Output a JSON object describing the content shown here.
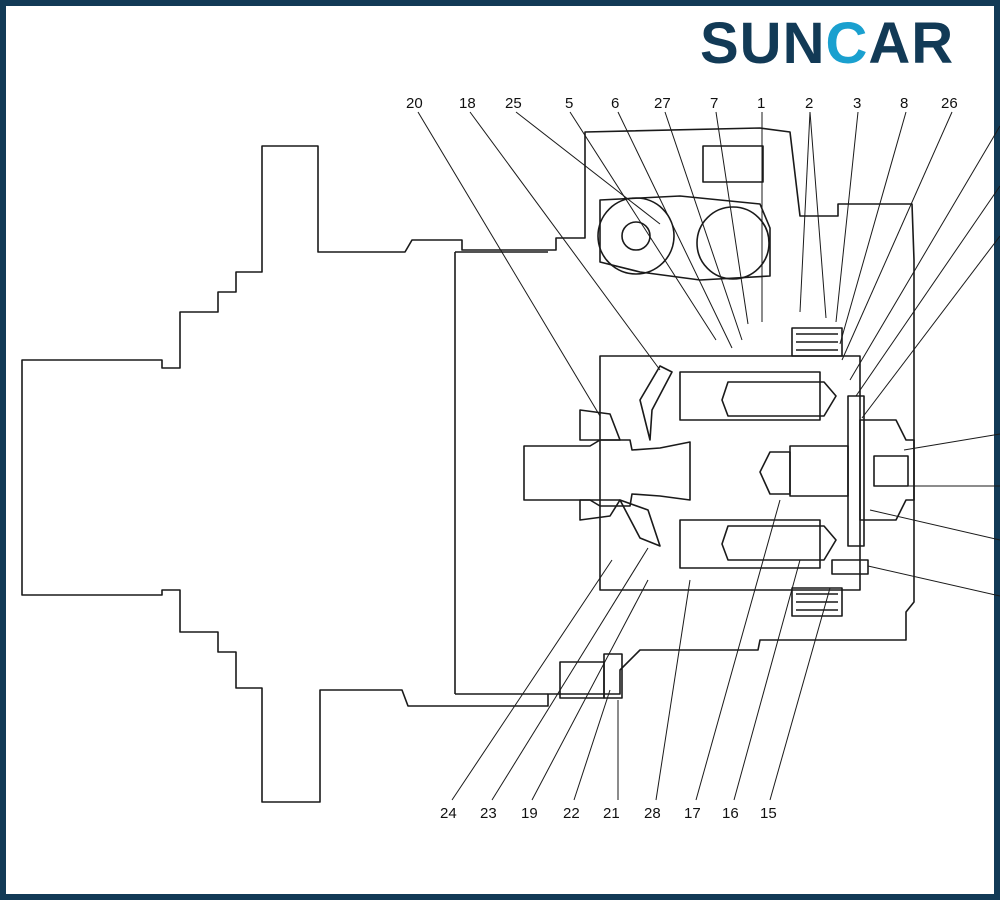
{
  "logo": {
    "part1": "SUN",
    "part2": "C",
    "part3": "AR"
  },
  "colors": {
    "frame": "#123a56",
    "accent": "#1aa0cf",
    "ink": "#1a1a1a"
  },
  "callouts_top": [
    "20",
    "18",
    "25",
    "5",
    "6",
    "27",
    "7",
    "1",
    "2",
    "3",
    "8",
    "26"
  ],
  "callouts_bottom": [
    "24",
    "23",
    "19",
    "22",
    "21",
    "28",
    "17",
    "16",
    "15"
  ]
}
